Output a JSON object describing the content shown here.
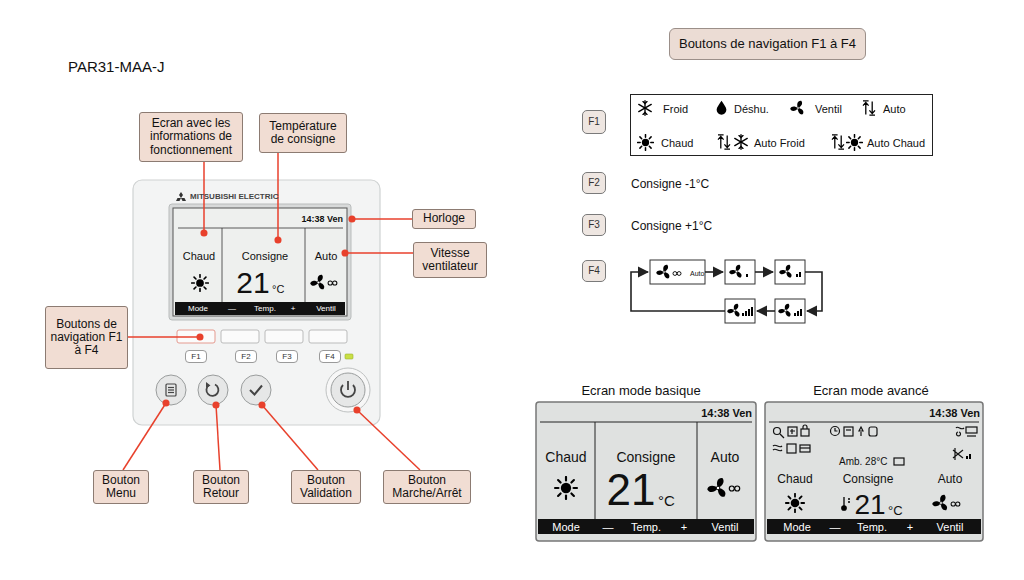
{
  "diagram": {
    "title": "PAR31-MAA-J",
    "nodes": [
      {
        "text": [
          "MITSUBISHI ELECTRIC"
        ]
      },
      {
        "text": [
          "14:38 Ven",
          "Chaud",
          "Consigne",
          "21",
          "°C",
          "Auto",
          "Mode",
          "—",
          "Temp.",
          "+",
          "Ventil"
        ],
        "in": 0
      },
      {
        "text": [
          "F1"
        ],
        "in": 0
      },
      {
        "text": [
          "F2"
        ],
        "in": 0
      },
      {
        "text": [
          "F3"
        ],
        "in": 0
      },
      {
        "text": [
          "F4"
        ],
        "in": 0
      },
      {
        "text": [
          "Ecran avec les informations de fonctionnement"
        ]
      },
      {
        "text": [
          "Température de consigne"
        ]
      },
      {
        "text": [
          "Horloge"
        ]
      },
      {
        "text": [
          "Vitesse ventilateur"
        ]
      },
      {
        "text": [
          "Boutons de navigation F1 à F4"
        ]
      },
      {
        "text": [
          "Bouton Menu"
        ]
      },
      {
        "text": [
          "Bouton Retour"
        ]
      },
      {
        "text": [
          "Bouton Validation"
        ]
      },
      {
        "text": [
          "Bouton Marche/Arrêt"
        ]
      },
      {
        "text": [
          "Boutons de navigation F1 à F4"
        ]
      },
      {
        "text": [
          "F1"
        ]
      },
      {
        "text": [
          "Froid",
          "Déshu.",
          "Ventil",
          "Auto",
          "Chaud",
          "Auto Froid",
          "Auto Chaud"
        ]
      },
      {
        "text": [
          "F2"
        ]
      },
      {
        "text": [
          "F3"
        ]
      },
      {
        "text": [
          "F4"
        ]
      },
      {
        "text": [
          "Auto"
        ]
      },
      {
        "text": [
          "Ecran mode basique",
          "14:38 Ven",
          "Chaud",
          "Consigne",
          "21",
          "°C",
          "Auto",
          "Mode",
          "—",
          "Temp.",
          "+",
          "Ventil"
        ]
      },
      {
        "text": [
          "Ecran mode avancé",
          "14:38 Ven",
          "Amb. 28°C",
          "Chaud",
          "Consigne",
          "21",
          "°C",
          "Auto",
          "Mode",
          "—",
          "Temp.",
          "+",
          "Ventil"
        ]
      }
    ],
    "labels": [
      "Consigne -1°C",
      "Consigne +1°C"
    ]
  }
}
